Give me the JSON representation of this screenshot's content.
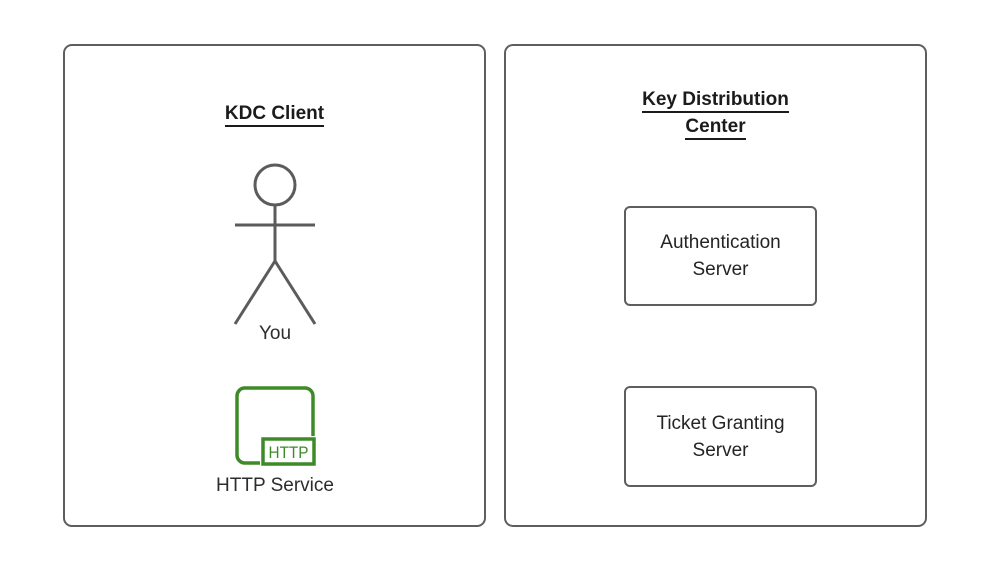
{
  "diagram": {
    "title_visible": false,
    "colors": {
      "panel_border": "#5e5e5e",
      "figure_stroke": "#5b5b5b",
      "http_green": "#3d8b28",
      "text_dark": "#1b1b1b",
      "background": "#ffffff"
    },
    "panels": [
      {
        "id": "kdc-client",
        "title_lines": [
          "KDC Client"
        ],
        "nodes": [
          {
            "id": "you",
            "type": "actor",
            "label": "You",
            "icon": "stick-figure-icon"
          },
          {
            "id": "http-service",
            "type": "service",
            "label": "HTTP Service",
            "icon": "http-service-icon",
            "badge": "HTTP"
          }
        ]
      },
      {
        "id": "key-distribution-center",
        "title_lines": [
          "Key Distribution",
          "Center"
        ],
        "nodes": [
          {
            "id": "authentication-server",
            "type": "box",
            "label_lines": [
              "Authentication",
              "Server"
            ]
          },
          {
            "id": "ticket-granting-server",
            "type": "box",
            "label_lines": [
              "Ticket Granting",
              "Server"
            ]
          }
        ]
      }
    ]
  },
  "labels": {
    "client_title": "KDC Client",
    "kdc_title_line1": "Key Distribution",
    "kdc_title_line2": "Center",
    "actor_name": "You",
    "http_service_name": "HTTP Service",
    "http_badge": "HTTP",
    "auth_line1": "Authentication",
    "auth_line2": "Server",
    "tgs_line1": "Ticket Granting",
    "tgs_line2": "Server"
  }
}
